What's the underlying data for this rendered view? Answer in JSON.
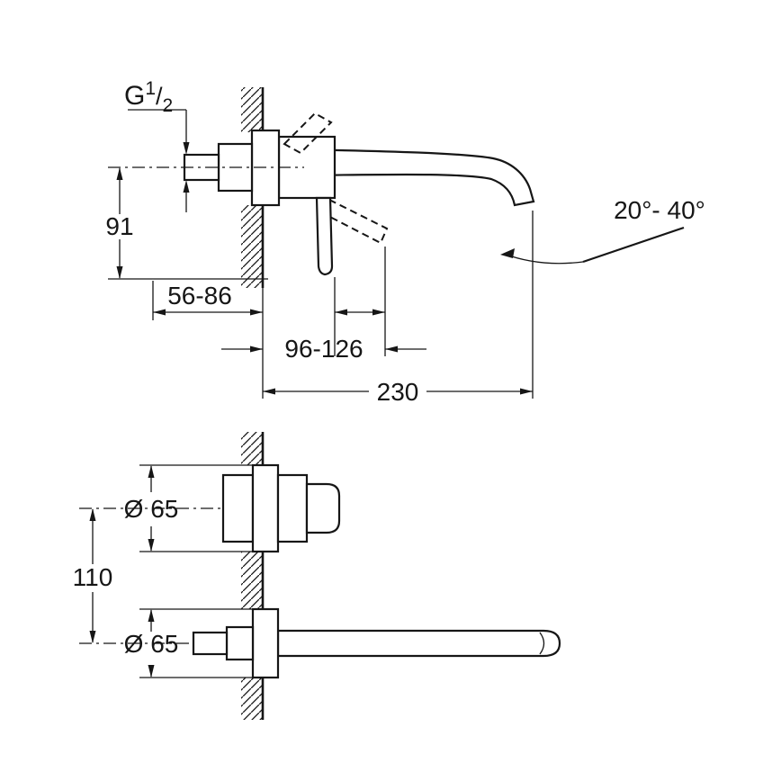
{
  "drawing": {
    "thread": {
      "g": "G",
      "sup": "1",
      "slash": "/",
      "sub": "2"
    },
    "dims": {
      "height": "91",
      "depth_range": "56-86",
      "handle_reach_range": "96-126",
      "spout_reach": "230",
      "angle_range": "20°- 40°",
      "dia_handle": "Ø 65",
      "center_distance": "110",
      "dia_spout": "Ø 65"
    }
  }
}
